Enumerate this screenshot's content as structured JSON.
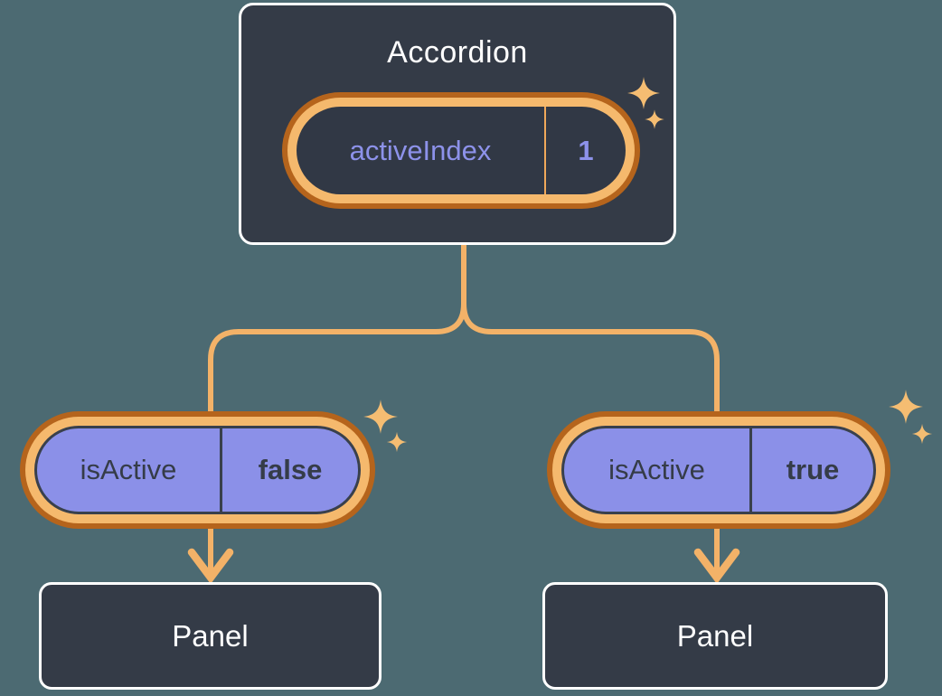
{
  "diagram": {
    "description": "Component tree showing lifted state: Accordion holds activeIndex and passes isActive to two Panels",
    "root": {
      "label": "Accordion",
      "state": {
        "name": "activeIndex",
        "value": "1"
      }
    },
    "children": [
      {
        "prop_name": "isActive",
        "prop_value": "false",
        "panel_label": "Panel"
      },
      {
        "prop_name": "isActive",
        "prop_value": "true",
        "panel_label": "Panel"
      }
    ],
    "icons": {
      "sparkle": "four-point-star"
    },
    "colors": {
      "background": "#4C6A72",
      "node_fill": "#343B47",
      "node_border": "#FFFFFF",
      "pill_fill": "#8B90E8",
      "ring_outer_orange": "#B5641C",
      "ring_inner_orange": "#F5B96D",
      "connector_line": "#F3B268",
      "sparkle": "#F5BD72",
      "divider_orange": "#F0A85A",
      "divider_dark": "#39404C",
      "text_light": "#FFFFFF",
      "text_dark": "#353C48",
      "text_purple": "#8D92EA"
    }
  }
}
